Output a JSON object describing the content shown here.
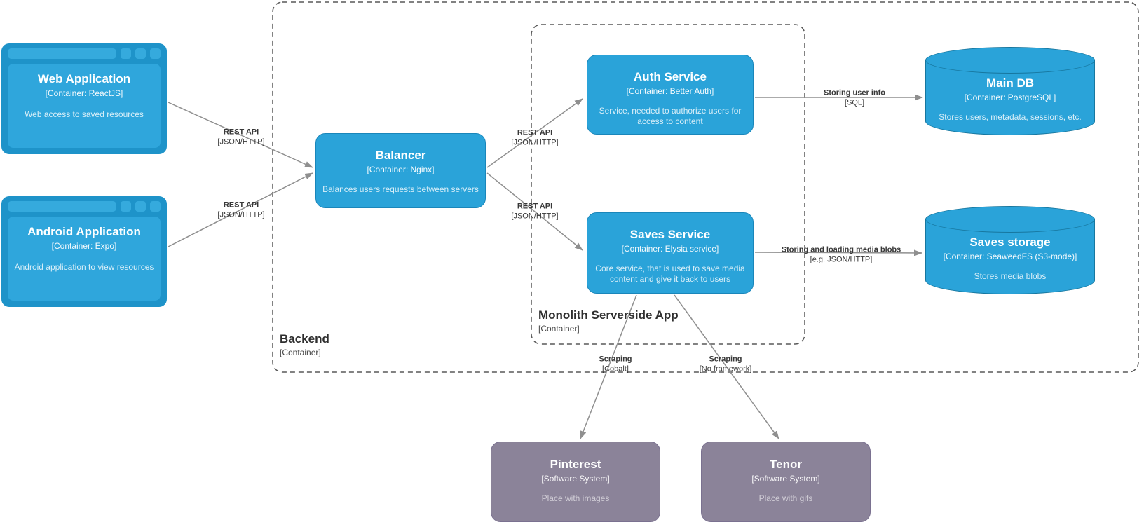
{
  "diagram": {
    "nodes": {
      "web_app": {
        "title": "Web Application",
        "subtitle": "[Container: ReactJS]",
        "description": "Web access to saved resources"
      },
      "android_app": {
        "title": "Android Application",
        "subtitle": "[Container: Expo]",
        "description": "Android application to view resources"
      },
      "balancer": {
        "title": "Balancer",
        "subtitle": "[Container: Nginx]",
        "description": "Balances users requests between servers"
      },
      "auth_service": {
        "title": "Auth Service",
        "subtitle": "[Container: Better Auth]",
        "description": "Service, needed to authorize users for access to content"
      },
      "saves_service": {
        "title": "Saves Service",
        "subtitle": "[Container: Elysia service]",
        "description": "Core service, that is used to save media content and give it back to users"
      },
      "main_db": {
        "title": "Main DB",
        "subtitle": "[Container: PostgreSQL]",
        "description": "Stores users, metadata, sessions, etc."
      },
      "saves_storage": {
        "title": "Saves storage",
        "subtitle": "[Container: SeaweedFS (S3-mode)]",
        "description": "Stores media blobs"
      },
      "pinterest": {
        "title": "Pinterest",
        "subtitle": "[Software System]",
        "description": "Place with images"
      },
      "tenor": {
        "title": "Tenor",
        "subtitle": "[Software System]",
        "description": "Place with gifs"
      }
    },
    "boundaries": {
      "backend": {
        "title": "Backend",
        "subtitle": "[Container]"
      },
      "monolith": {
        "title": "Monolith Serverside App",
        "subtitle": "[Container]"
      }
    },
    "edges": {
      "web_to_balancer": {
        "label": "REST API",
        "tech": "[JSON/HTTP]"
      },
      "android_to_balancer": {
        "label": "REST API",
        "tech": "[JSON/HTTP]"
      },
      "balancer_to_auth": {
        "label": "REST API",
        "tech": "[JSON/HTTP]"
      },
      "balancer_to_saves": {
        "label": "REST API",
        "tech": "[JSON/HTTP]"
      },
      "auth_to_maindb": {
        "label": "Storing user info",
        "tech": "[SQL]"
      },
      "saves_to_storage": {
        "label": "Storing and loading media blobs",
        "tech": "[e.g. JSON/HTTP]"
      },
      "saves_to_pinterest": {
        "label": "Scraping",
        "tech": "[Cobalt]"
      },
      "saves_to_tenor": {
        "label": "Scraping",
        "tech": "[No framework]"
      }
    },
    "colors": {
      "container_fill": "#2aa3d9",
      "container_border": "#1a86ba",
      "cylinder_border": "#17779f",
      "browser_frame": "#1e93c9",
      "browser_panel": "#2fa6dc",
      "external_fill": "#8b8399",
      "external_border": "#7a7190",
      "boundary_stroke": "#595959",
      "arrow": "#8f8f8f",
      "text_on_node": "#ffffff",
      "label_text": "#383838"
    }
  }
}
